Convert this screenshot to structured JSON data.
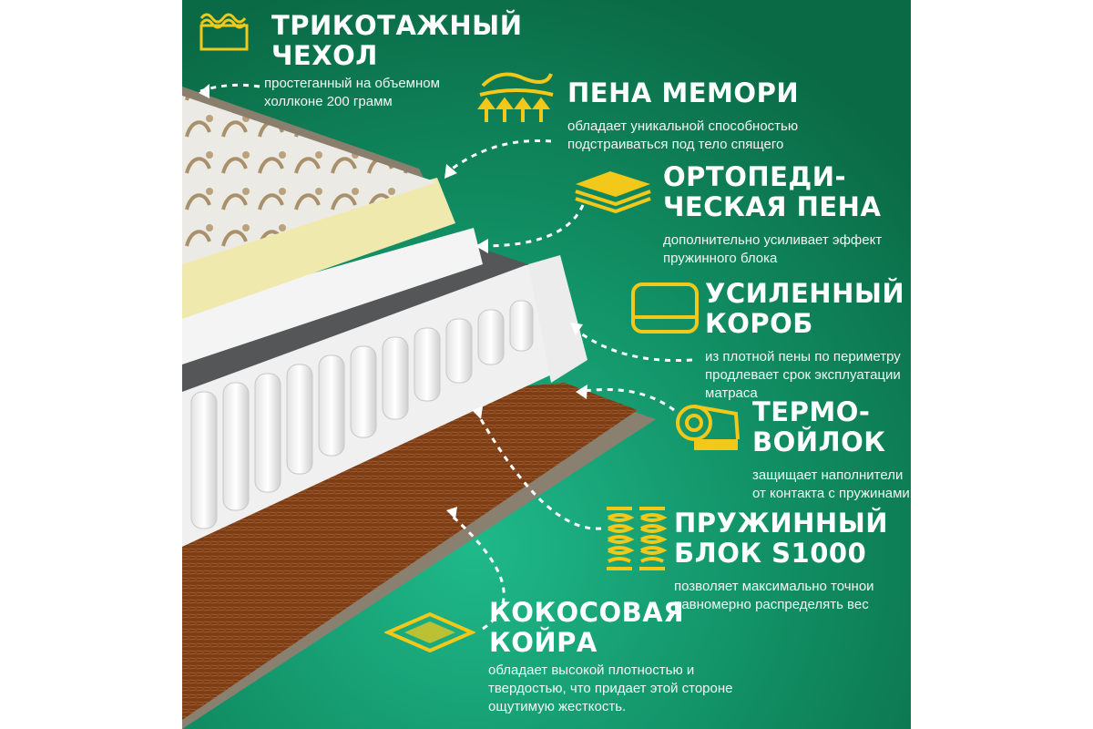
{
  "colors": {
    "background_green": "#0f7a52",
    "accent_yellow": "#f2c81a",
    "text_white": "#ffffff"
  },
  "features": [
    {
      "title_lines": [
        "ТРИКОТАЖНЫЙ",
        "ЧЕХОЛ"
      ],
      "desc_lines": [
        "простеганный на объемном",
        "холлконе 200 грамм"
      ],
      "icon": "wavy-cover-icon"
    },
    {
      "title_lines": [
        "ПЕНА МЕМОРИ"
      ],
      "desc_lines": [
        "обладает уникальной способностью",
        "подстраиваться под тело спящего"
      ],
      "icon": "memory-foam-hand-icon"
    },
    {
      "title_lines": [
        "ОРТОПЕДИ-",
        "ЧЕСКАЯ ПЕНА"
      ],
      "desc_lines": [
        "дополнительно усиливает эффект",
        "пружинного блока"
      ],
      "icon": "foam-layers-icon"
    },
    {
      "title_lines": [
        "УСИЛЕННЫЙ",
        "КОРОБ"
      ],
      "desc_lines": [
        "из плотной пены по периметру",
        "продлевает срок эксплуатации",
        "матраса"
      ],
      "icon": "mattress-box-icon"
    },
    {
      "title_lines": [
        "ТЕРМО-",
        "ВОЙЛОК"
      ],
      "desc_lines": [
        "защищает наполнители",
        "от контакта с пружинами"
      ],
      "icon": "felt-roll-icon"
    },
    {
      "title_lines": [
        "ПРУЖИННЫЙ",
        "БЛОК S1000"
      ],
      "desc_lines": [
        "позволяет максимально точнои",
        "равномерно распределять вес"
      ],
      "icon": "springs-icon"
    },
    {
      "title_lines": [
        "КОКОСОВАЯ",
        "КОЙРА"
      ],
      "desc_lines": [
        "обладает высокой плотностью и",
        "твердостью, что придает этой стороне",
        "ощутимую жесткость."
      ],
      "icon": "coir-sheet-icon"
    }
  ]
}
